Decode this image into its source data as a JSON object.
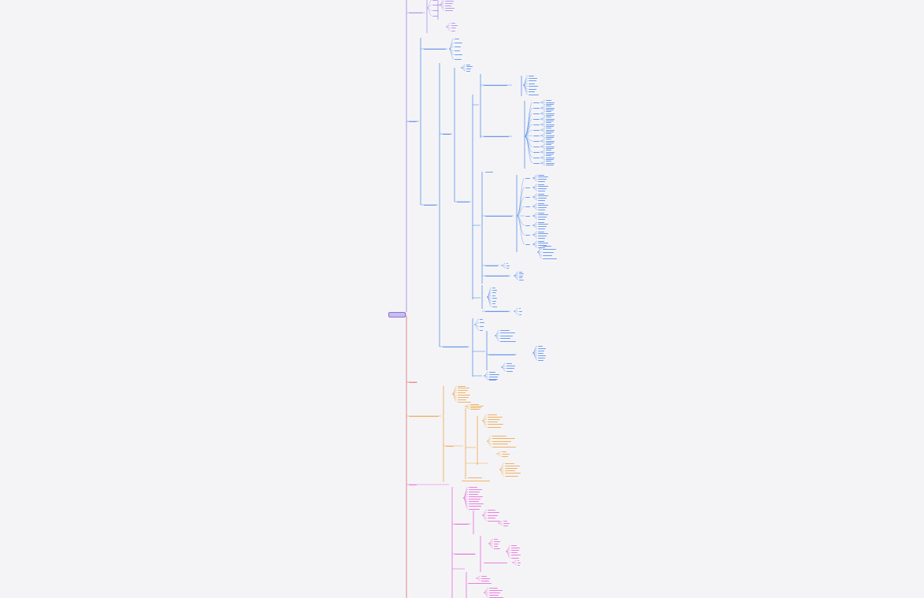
{
  "root": {
    "label": ""
  },
  "branches": [
    {
      "name": "purple",
      "color": "#b08ae8",
      "items": 28
    },
    {
      "name": "blue",
      "color": "#5b8ee8",
      "items": 220
    },
    {
      "name": "red",
      "color": "#e07a7a",
      "items": 0
    },
    {
      "name": "orange",
      "color": "#f0a44a",
      "items": 60
    },
    {
      "name": "pink",
      "color": "#e86ad8",
      "items": 70
    }
  ],
  "icons": {
    "root": "mindmap-root-node"
  }
}
